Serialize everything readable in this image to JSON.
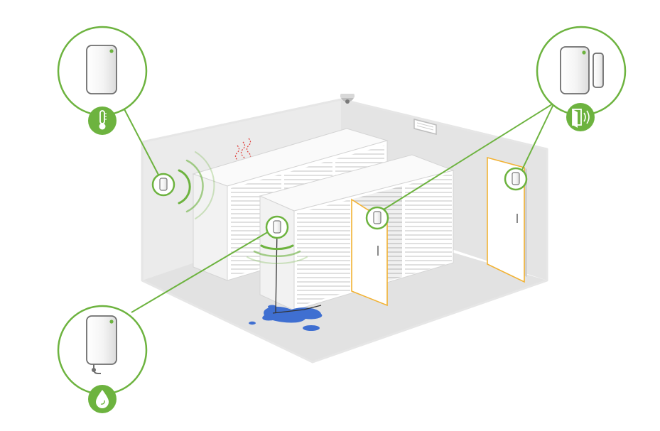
{
  "colors": {
    "accent_green": "#6db33f",
    "door_outline": "#f2b233",
    "water": "#3f6fd1",
    "heat": "#e0413c",
    "room_wall": "#e9e9e9",
    "room_floor": "#e2e2e2",
    "cabinet_face": "#ffffff",
    "cabinet_line": "#cfcfcf",
    "sensor_body": "#f7f7f7"
  },
  "callouts": [
    {
      "id": "temperature",
      "sensor": "temperature-sensor",
      "badge_icon": "thermometer-icon"
    },
    {
      "id": "door",
      "sensor": "door-contact-sensor",
      "badge_icon": "door-open-icon"
    },
    {
      "id": "water",
      "sensor": "water-leak-sensor",
      "badge_icon": "water-drop-icon"
    }
  ],
  "scene_objects": [
    {
      "name": "server-rack-back",
      "icon": "server-rack-icon"
    },
    {
      "name": "server-rack-front",
      "icon": "server-rack-icon"
    },
    {
      "name": "security-camera",
      "icon": "dome-camera-icon"
    },
    {
      "name": "air-vent",
      "icon": "vent-icon"
    },
    {
      "name": "room-door",
      "icon": "door-icon"
    },
    {
      "name": "water-puddle",
      "icon": "puddle-icon"
    }
  ]
}
